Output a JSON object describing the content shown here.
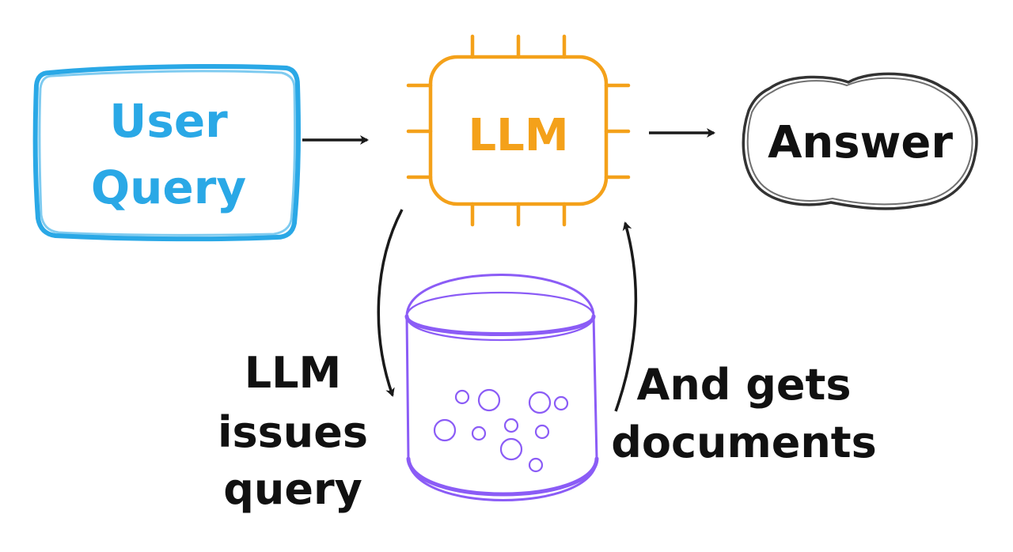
{
  "nodes": {
    "user_query": {
      "line1": "User",
      "line2": "Query",
      "color": "#2aa8e6"
    },
    "llm": {
      "label": "LLM",
      "color": "#f4a11a"
    },
    "answer": {
      "label": "Answer",
      "color": "#1a1a1a"
    },
    "database": {
      "color": "#8b5cf6"
    }
  },
  "labels": {
    "issues_query": {
      "line1": "LLM",
      "line2": "issues",
      "line3": "query"
    },
    "gets_documents": {
      "line1": "And gets",
      "line2": "documents"
    }
  },
  "colors": {
    "arrow": "#1a1a1a",
    "text": "#111111"
  }
}
